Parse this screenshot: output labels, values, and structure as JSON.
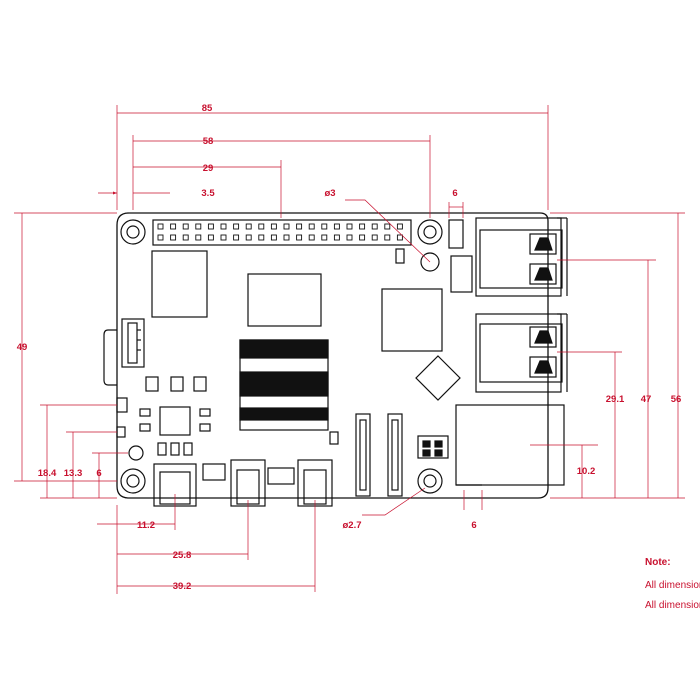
{
  "dimensions": {
    "top": [
      "85",
      "58",
      "29",
      "3.5"
    ],
    "hole_diameter": "ø3",
    "hole_diameter_bottom": "ø2.7",
    "camera_connector_top": "6",
    "camera_connector_bottom": "6",
    "left_height": "49",
    "left_offsets": [
      "18.4",
      "13.3",
      "6"
    ],
    "bottom": [
      "11.2",
      "25.8",
      "39.2"
    ],
    "right": [
      "10.2",
      "29.1",
      "47",
      "56"
    ]
  },
  "note": {
    "title": "Note:",
    "line1": "All dimensions",
    "line2": "All dimensions"
  },
  "colors": {
    "dimension": "#c8102e",
    "outline": "#111111"
  }
}
